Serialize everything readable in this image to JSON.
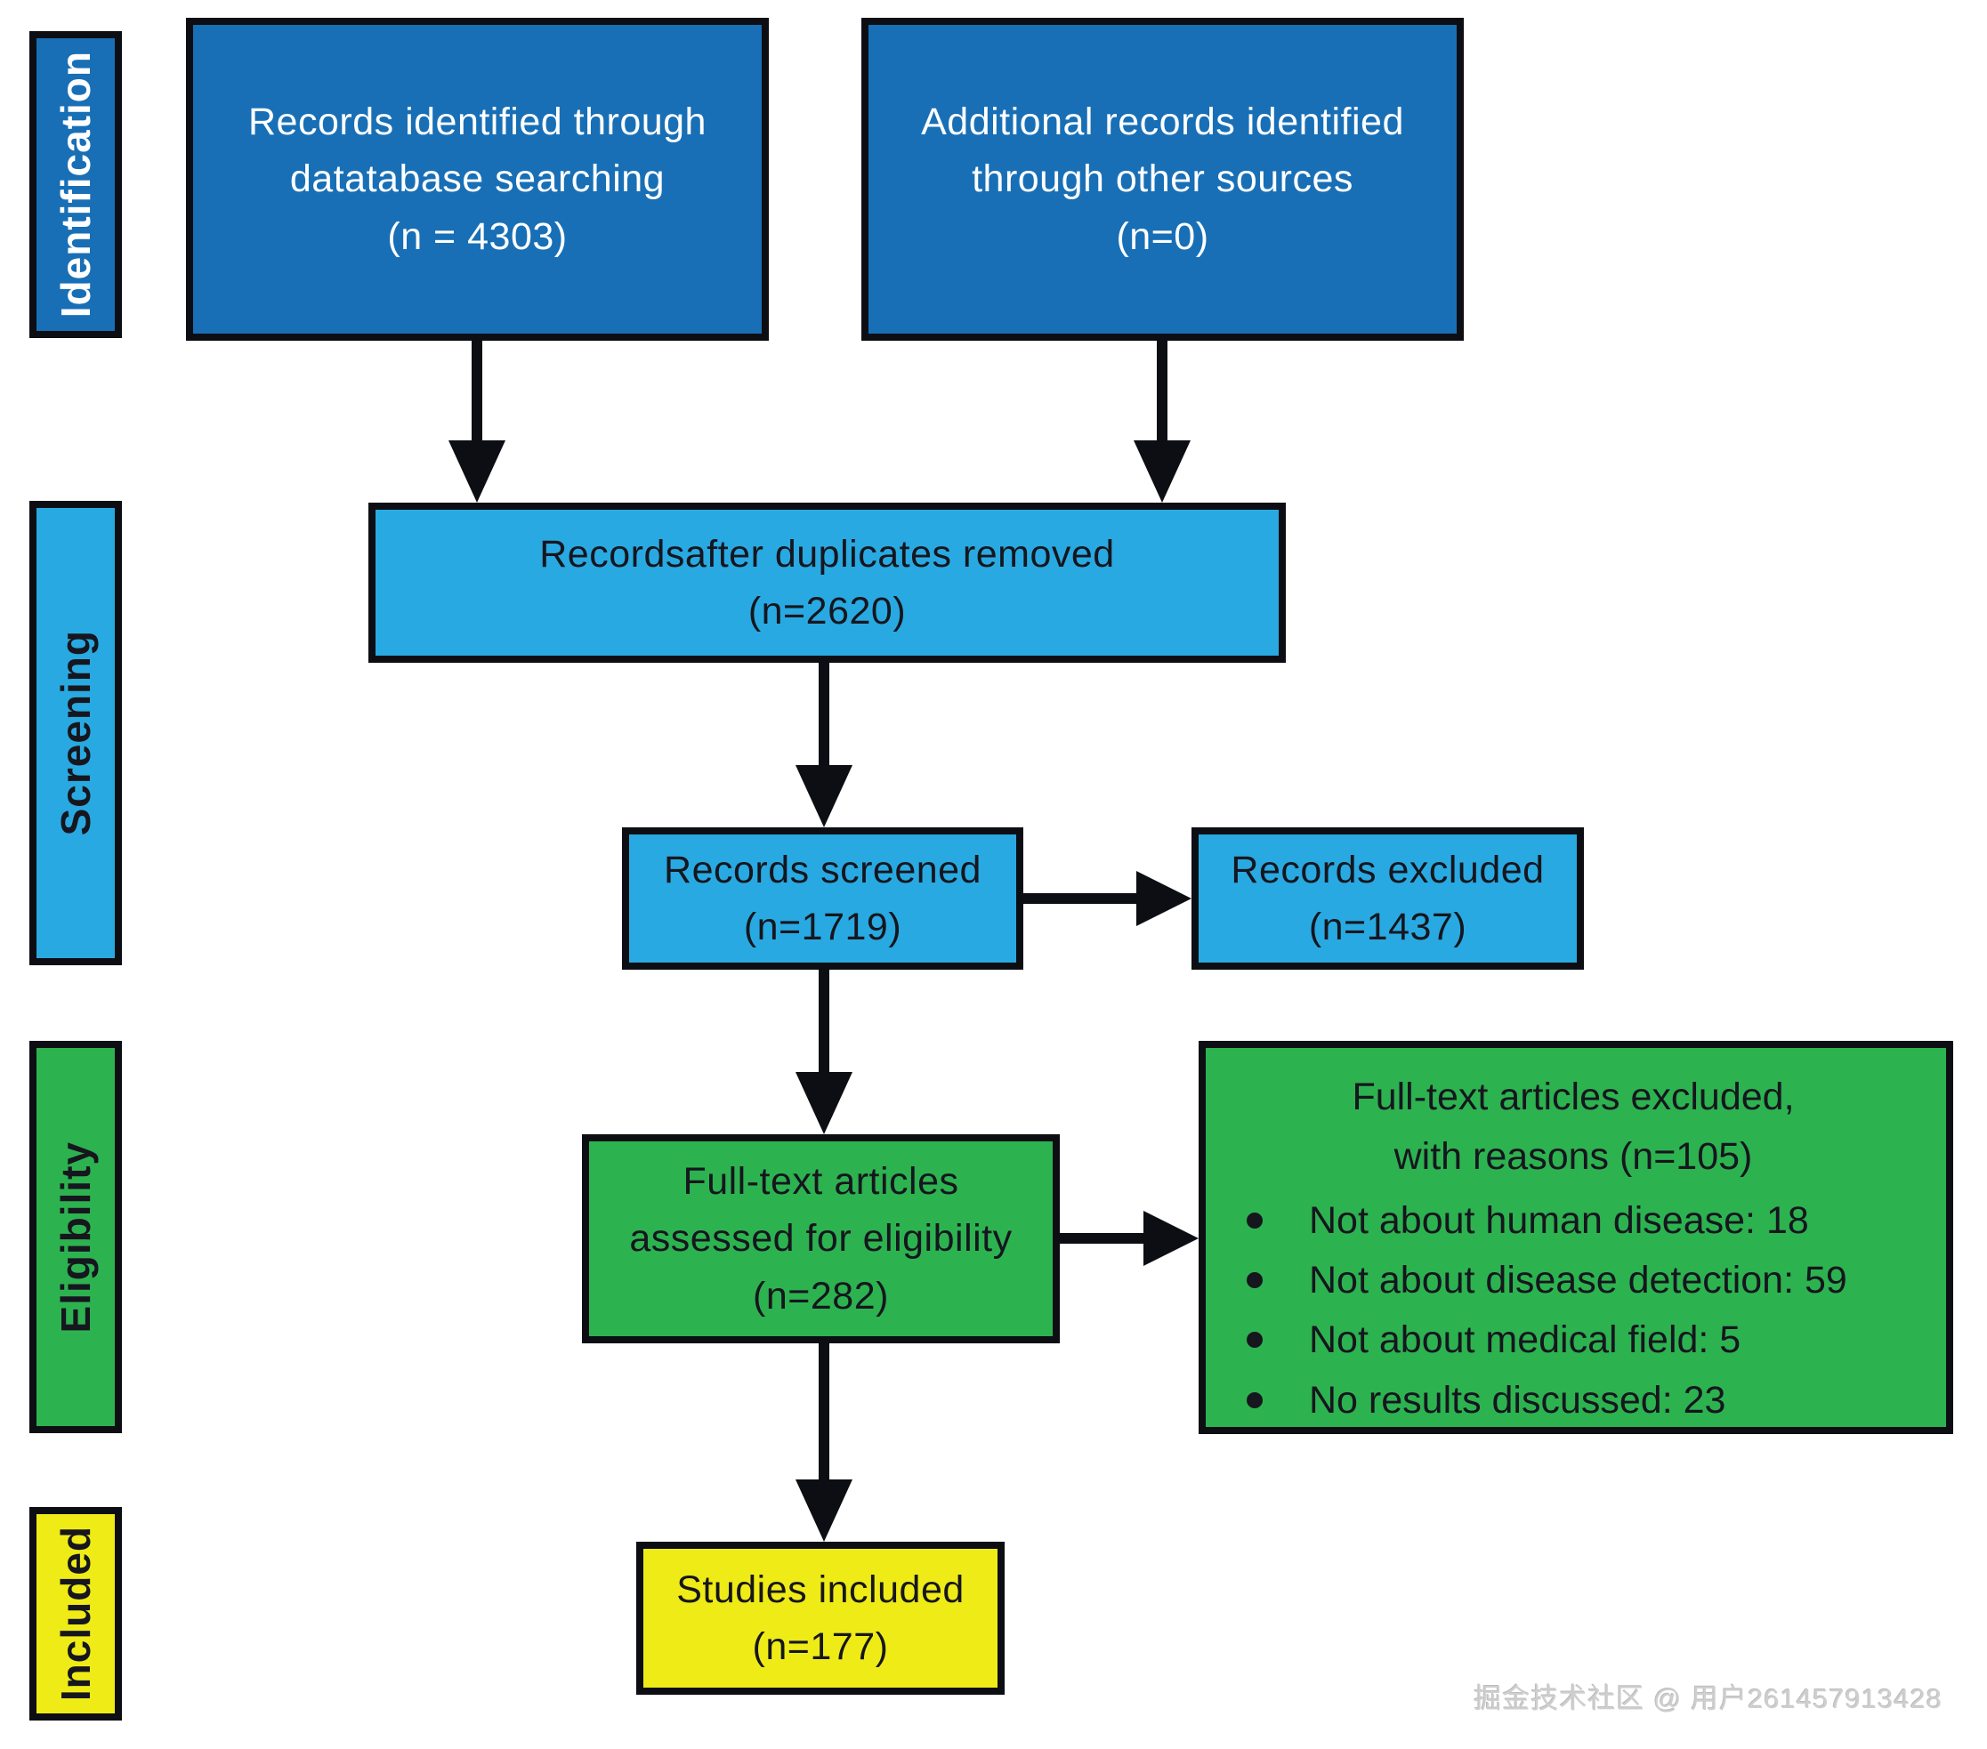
{
  "diagram": {
    "stages": [
      {
        "id": "identification",
        "label": "Identification"
      },
      {
        "id": "screening",
        "label": "Screening"
      },
      {
        "id": "eligibility",
        "label": "Eligibility"
      },
      {
        "id": "included",
        "label": "Included"
      }
    ],
    "boxes": {
      "records_identified": {
        "text": "Records identified through\ndatatabase searching\n(n = 4303)",
        "n": 4303
      },
      "additional_records": {
        "text": "Additional records identified\nthrough other sources\n(n=0)",
        "n": 0
      },
      "duplicates_removed": {
        "text": "Recordsafter duplicates removed\n(n=2620)",
        "n": 2620
      },
      "records_screened": {
        "text": "Records screened\n(n=1719)",
        "n": 1719
      },
      "records_excluded": {
        "text": "Records excluded\n(n=1437)",
        "n": 1437
      },
      "fulltext_assessed": {
        "text": "Full-text articles\nassessed for eligibility\n(n=282)",
        "n": 282
      },
      "fulltext_excluded": {
        "title": "Full-text articles excluded,\nwith reasons (n=105)",
        "n": 105,
        "reasons": [
          "Not about human disease: 18",
          "Not about disease detection: 59",
          "Not about medical field: 5",
          "No results discussed: 23"
        ]
      },
      "studies_included": {
        "text": "Studies included\n(n=177)",
        "n": 177
      }
    },
    "colors": {
      "dark_blue": "#186FB6",
      "light_blue": "#29A9E1",
      "green": "#2DB250",
      "yellow": "#EFEB17",
      "outline": "#0C0E13",
      "text_dark": "#16161E",
      "text_light": "#FFFFFF"
    },
    "watermark": "掘金技术社区 @ 用户261457913428"
  }
}
